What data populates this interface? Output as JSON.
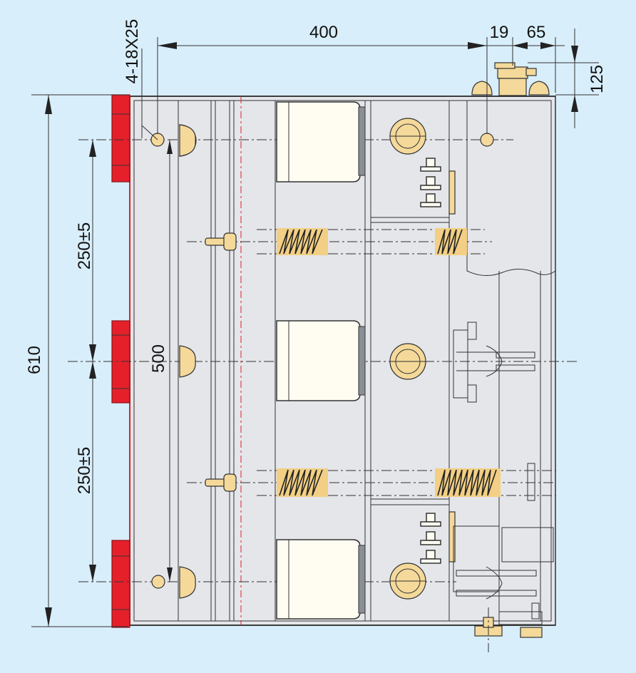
{
  "drawing": {
    "labels": {
      "hole_spec": "4-18X25",
      "width_main": "400",
      "width_gap": "19",
      "width_side": "65",
      "height_top": "125",
      "height_total": "610",
      "pitch_upper": "250±5",
      "pitch_lower": "250±5",
      "mount_span": "500"
    },
    "colors": {
      "background": "#d9eefb",
      "frame": "#e4e6ea",
      "insulator": "#fffdf2",
      "brass": "#f4d99a",
      "terminal_red": "#e5202b"
    }
  }
}
